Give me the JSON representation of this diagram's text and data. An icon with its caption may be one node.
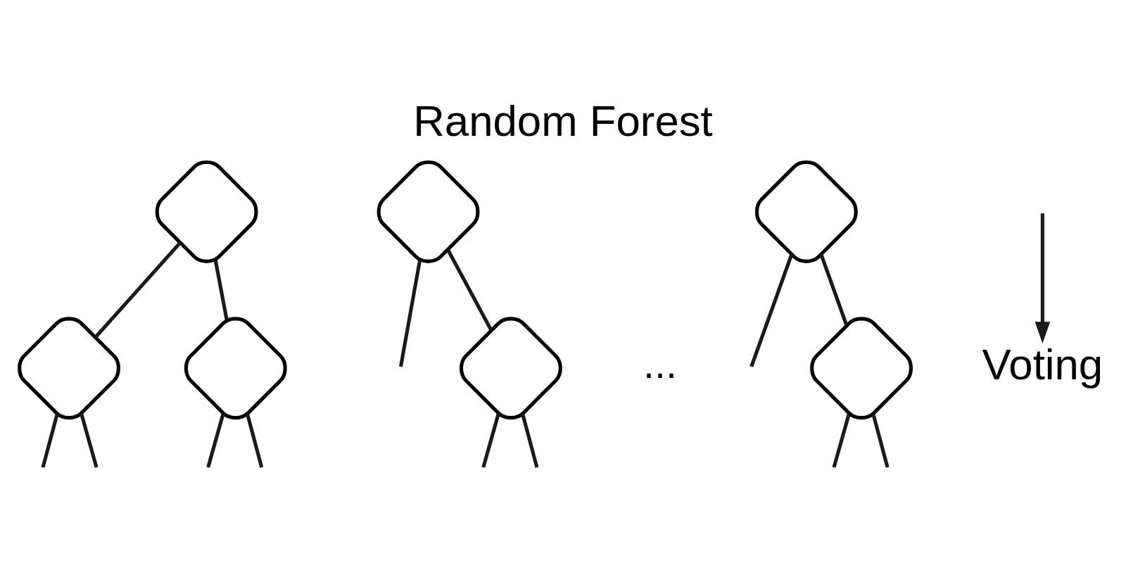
{
  "diagram": {
    "title": "Random Forest",
    "nodes": [
      {
        "text": [],
        "shape": "diamond"
      },
      {
        "text": [],
        "shape": "diamond"
      },
      {
        "text": [],
        "shape": "diamond"
      },
      {
        "text": [],
        "shape": "diamond"
      },
      {
        "text": [],
        "shape": "diamond"
      },
      {
        "text": [],
        "shape": "diamond"
      },
      {
        "text": [],
        "shape": "diamond"
      },
      {
        "text": [
          "Voting"
        ]
      }
    ],
    "edges": [
      {
        "from": 0,
        "to": 3,
        "arrow": "none"
      },
      {
        "from": 0,
        "to": 4,
        "arrow": "none"
      },
      {
        "from": 1,
        "to": null,
        "arrow": "none"
      },
      {
        "from": 1,
        "to": 5,
        "arrow": "none"
      },
      {
        "from": 2,
        "to": null,
        "arrow": "none"
      },
      {
        "from": 2,
        "to": 6,
        "arrow": "none"
      },
      {
        "from": 3,
        "to": null,
        "arrow": "none"
      },
      {
        "from": 3,
        "to": null,
        "arrow": "none"
      },
      {
        "from": 4,
        "to": null,
        "arrow": "none"
      },
      {
        "from": 4,
        "to": null,
        "arrow": "none"
      },
      {
        "from": 5,
        "to": null,
        "arrow": "none"
      },
      {
        "from": 5,
        "to": null,
        "arrow": "none"
      },
      {
        "from": 6,
        "to": null,
        "arrow": "none"
      },
      {
        "from": 6,
        "to": null,
        "arrow": "none"
      },
      {
        "from": null,
        "to": 7,
        "arrow": "to"
      }
    ],
    "labels": [
      "..."
    ]
  }
}
